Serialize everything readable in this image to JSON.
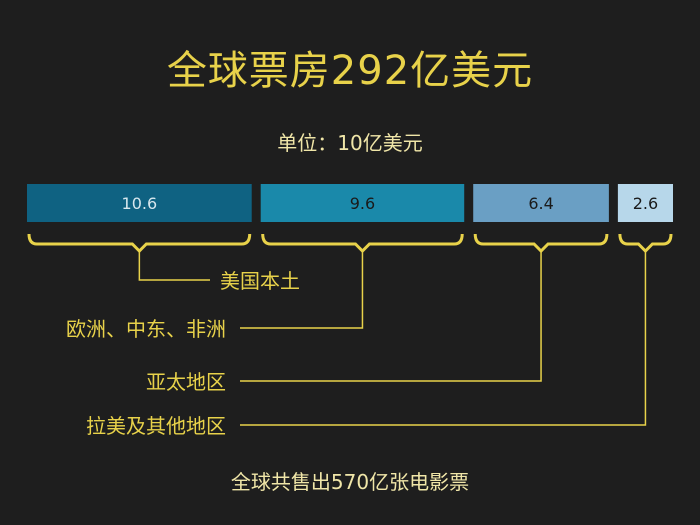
{
  "title": "全球票房292亿美元",
  "unit_label": "单位：10亿美元",
  "footnote": "全球共售出570亿张电影票",
  "chart_data": {
    "type": "bar",
    "stacked_horizontal": true,
    "categories": [
      "美国本土",
      "欧洲、中东、非洲",
      "亚太地区",
      "拉美及其他地区"
    ],
    "values": [
      10.6,
      9.6,
      6.4,
      2.6
    ],
    "colors": [
      "#0f6282",
      "#1a89aa",
      "#6a9fc4",
      "#b7d7ea"
    ],
    "label_colors": [
      "#d7e7ee",
      "#1a1a1a",
      "#1a1a1a",
      "#1a1a1a"
    ],
    "total": 29.2,
    "accent": "#e8d24a",
    "background": "#1e1e1e"
  }
}
